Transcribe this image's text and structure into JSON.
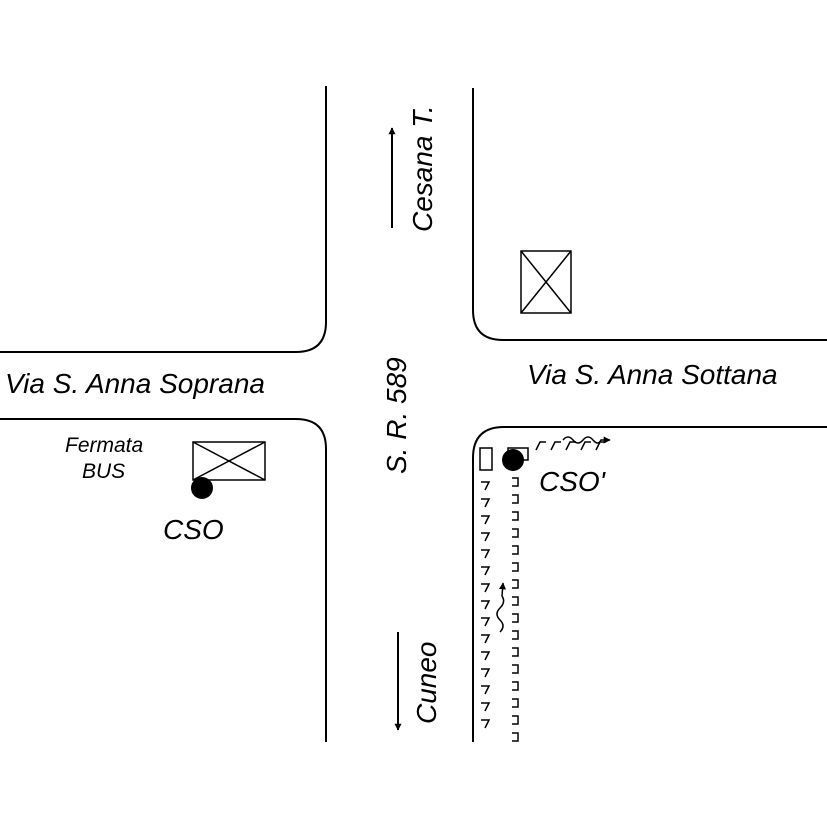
{
  "map": {
    "streets": {
      "west": "Via S. Anna Soprana",
      "east": "Via S. Anna Sottana",
      "main": "S. R. 589"
    },
    "directions": {
      "north": "Cesana T.",
      "south": "Cuneo"
    },
    "bus_stop": {
      "line1": "Fermata",
      "line2": "BUS"
    },
    "points": {
      "cso": "CSO",
      "cso_prime": "CSO'"
    },
    "colors": {
      "ink": "#000000",
      "background": "#ffffff"
    }
  }
}
